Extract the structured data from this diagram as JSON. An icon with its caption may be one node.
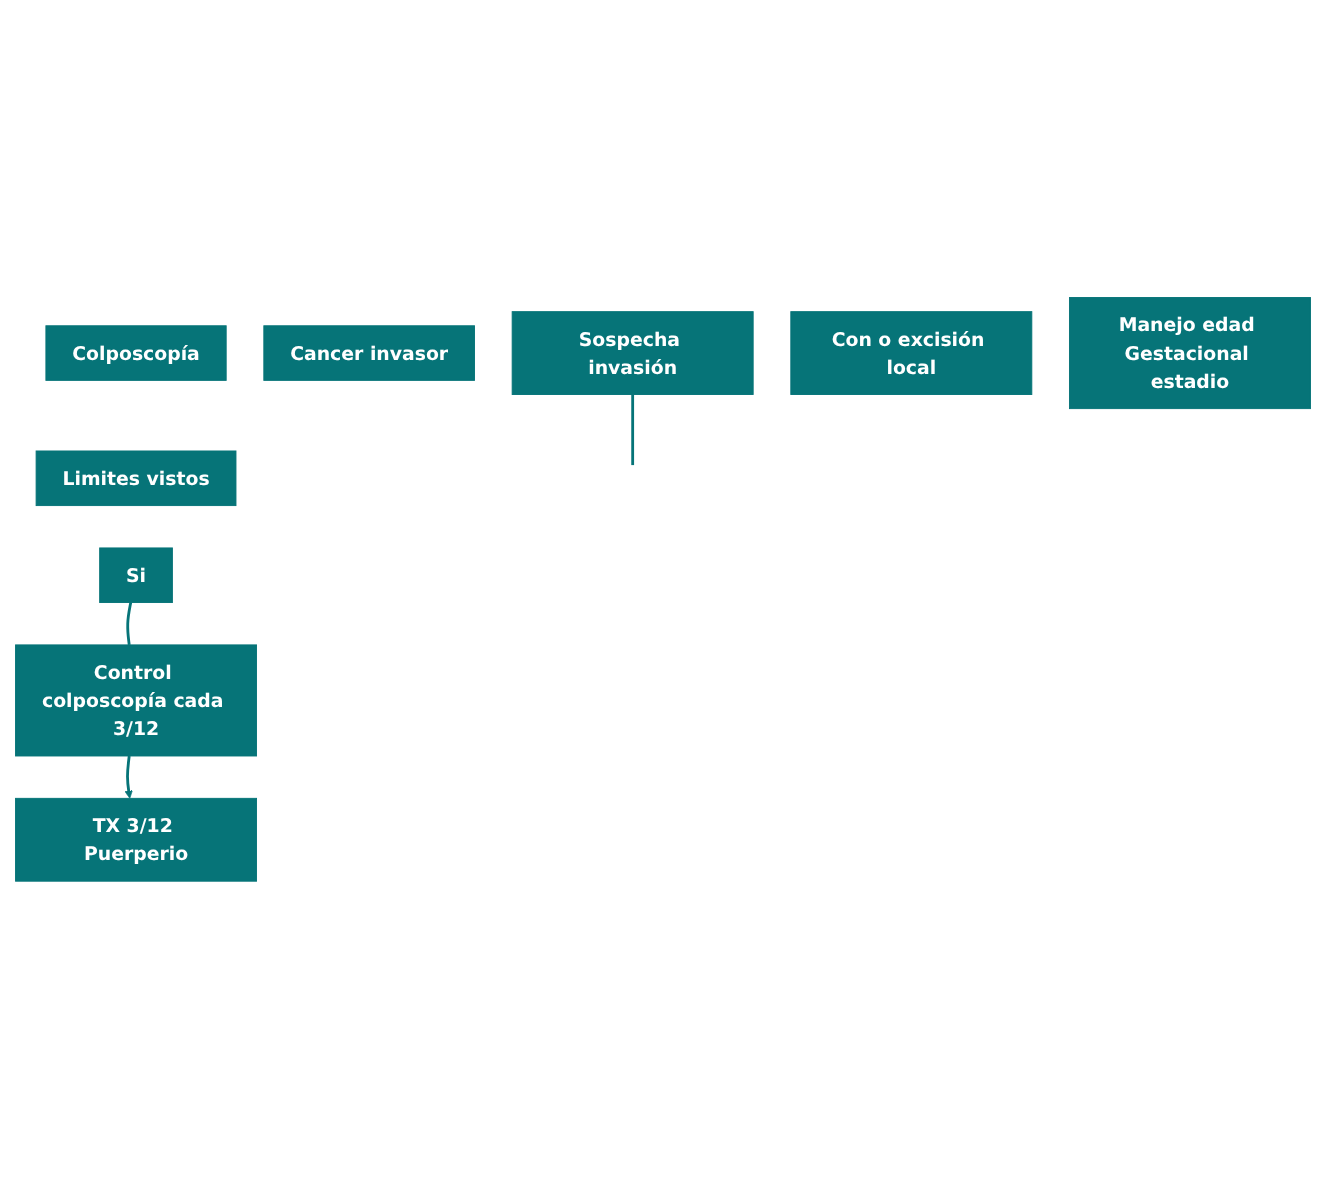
{
  "diagram": {
    "nodes": [
      {
        "text": [
          "Colposcopía"
        ]
      },
      {
        "text": [
          "Limites vistos"
        ]
      },
      {
        "text": [
          "Cancer invasor"
        ]
      },
      {
        "text": [
          "Si"
        ]
      },
      {
        "text": [
          "Sospecha invasión"
        ]
      },
      {
        "text": [
          "Control colposcopía cada 3/12"
        ]
      },
      {
        "text": [
          "Con o excisión local"
        ]
      },
      {
        "text": [
          "Manejo edad Gestacional estadio"
        ]
      },
      {
        "text": [
          "TX 3/12 Puerperio"
        ]
      }
    ],
    "edges": [
      {
        "from": 3,
        "to": 5,
        "arrow": "none"
      },
      {
        "from": 5,
        "to": 8,
        "arrow": "to"
      },
      {
        "from": 4,
        "to": null,
        "arrow": "none"
      }
    ]
  }
}
